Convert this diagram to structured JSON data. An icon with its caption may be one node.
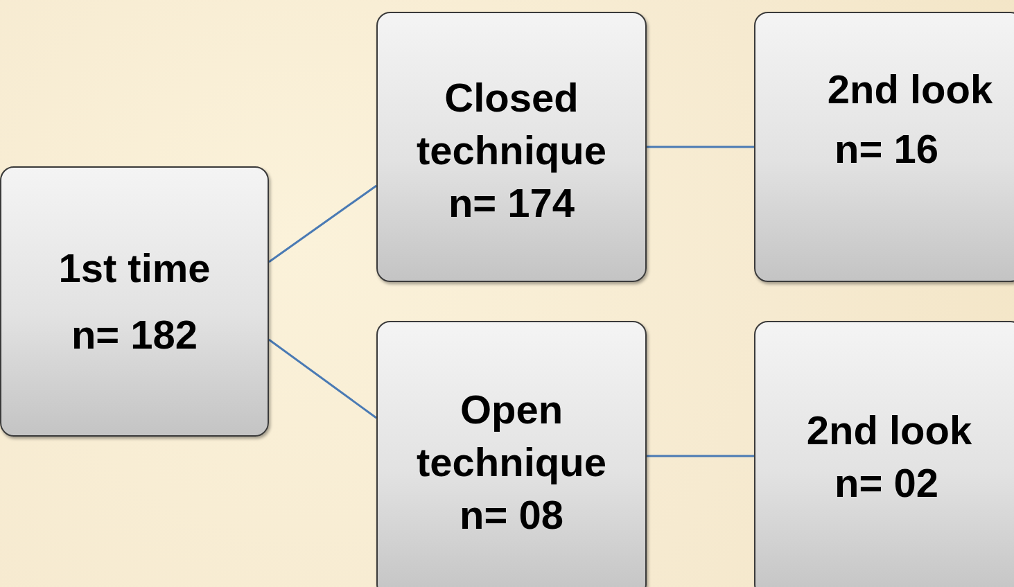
{
  "diagram": {
    "nodes": [
      {
        "text": [
          "1st time",
          "n= 182"
        ]
      },
      {
        "text": [
          "Closed technique",
          "n= 174"
        ]
      },
      {
        "text": [
          "2nd look",
          "n= 16"
        ]
      },
      {
        "text": [
          "Open technique",
          "n= 08"
        ]
      },
      {
        "text": [
          "2nd look",
          "n= 02"
        ]
      }
    ],
    "edges": [
      {
        "from": 0,
        "to": 1,
        "arrow": "none"
      },
      {
        "from": 1,
        "to": 2,
        "arrow": "none"
      },
      {
        "from": 0,
        "to": 3,
        "arrow": "none"
      },
      {
        "from": 3,
        "to": 4,
        "arrow": "none"
      }
    ]
  }
}
